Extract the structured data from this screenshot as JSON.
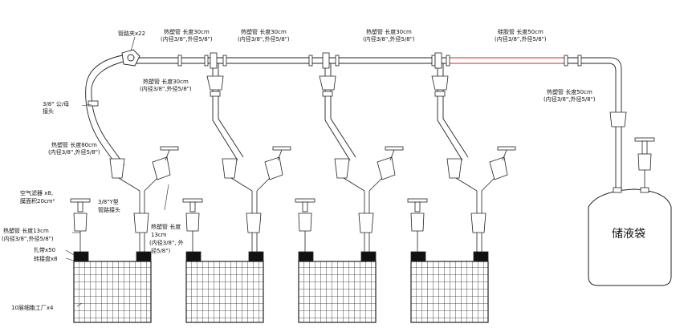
{
  "labels": {
    "clamp": "管路夹x22",
    "pipe30_a_1": "热塑管 长度30cm",
    "pipe30_a_2": "(内径3/8\",外径5/8\")",
    "pipe30_b_1": "热塑管 长度30cm",
    "pipe30_b_2": "(内径3/8\",外径5/8\")",
    "pipe30_c_1": "热塑管 长度30cm",
    "pipe30_c_2": "(内径3/8\",外径5/8\")",
    "silicone_1": "硅胶管 长度50cm",
    "silicone_2": "(内径3/8\",外径5/8\")",
    "pipe30_d_1": "热塑管 长度30cm",
    "pipe30_d_2": "(内径3/8\",外径5/8\")",
    "connector_1": "3/8\" 公/母",
    "connector_2": "接头",
    "pipe80_1": "热塑管 长度80cm",
    "pipe80_2": "(内径3/8\",外径5/8\")",
    "pipe50_1": "热塑管 长度50cm",
    "pipe50_2": "(内径3/8\",外径5/8\")",
    "filter_1": "空气滤器 x8,",
    "filter_2": "膜面积20cm²",
    "ytube_1": "3/8\"Y型",
    "ytube_2": "管路接头",
    "pipe13r_1": "热塑管  长度",
    "pipe13r_2": "13cm",
    "pipe13r_3": "(内径3/8\", 外",
    "pipe13r_4": "径5/8\")",
    "pipe13l_1": "热塑管 长度13cm",
    "pipe13l_2": "(内径3/8\",外径5/8\")",
    "tie": "扎带x50",
    "adapter": "转接盘x8",
    "factory": "10层细胞工厂x4",
    "bag": "储液袋"
  },
  "colors": {
    "line": "#222222",
    "silicone": "#e02020",
    "background": "#ffffff"
  },
  "icons": [
    "pipe-clamp-icon",
    "air-filter-icon",
    "cell-factory-icon",
    "storage-bag-icon",
    "y-connector-icon"
  ]
}
